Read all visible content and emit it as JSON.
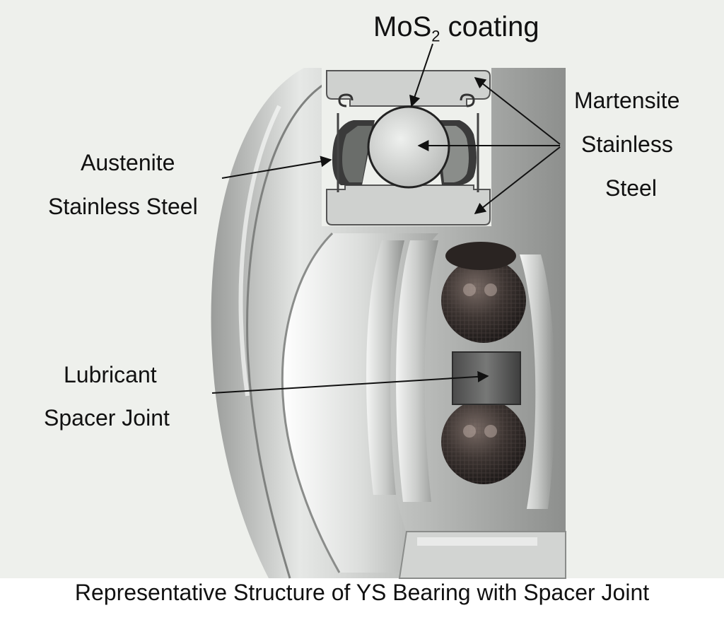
{
  "figure": {
    "background": "#eef0ec",
    "metal_color": "#c8cac8",
    "ball_color": "#3a3230",
    "arrow_color": "#111111"
  },
  "labels": {
    "coating_main": "MoS",
    "coating_sub": "2",
    "coating_suffix": " coating",
    "austenite_line1": "Austenite",
    "austenite_line2": "Stainless Steel",
    "martensite_line1": "Martensite",
    "martensite_line2": "Stainless",
    "martensite_line3": "Steel",
    "lubricant_line1": "Lubricant",
    "lubricant_line2": "Spacer Joint"
  },
  "caption": "Representative Structure of YS Bearing with Spacer Joint"
}
